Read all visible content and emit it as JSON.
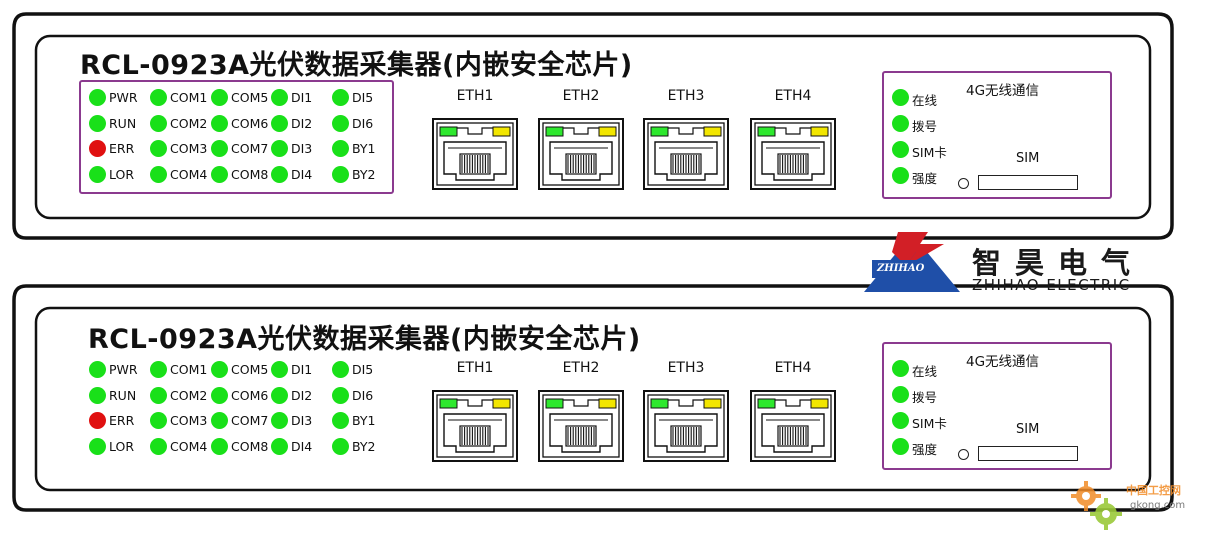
{
  "devices": [
    {
      "title": "RCL-0923A光伏数据采集器(内嵌安全芯片)",
      "leds": [
        [
          {
            "label": "PWR",
            "color": "#19e019"
          },
          {
            "label": "RUN",
            "color": "#19e019"
          },
          {
            "label": "ERR",
            "color": "#e01010"
          },
          {
            "label": "LOR",
            "color": "#19e019"
          }
        ],
        [
          {
            "label": "COM1",
            "color": "#19e019"
          },
          {
            "label": "COM2",
            "color": "#19e019"
          },
          {
            "label": "COM3",
            "color": "#19e019"
          },
          {
            "label": "COM4",
            "color": "#19e019"
          }
        ],
        [
          {
            "label": "COM5",
            "color": "#19e019"
          },
          {
            "label": "COM6",
            "color": "#19e019"
          },
          {
            "label": "COM7",
            "color": "#19e019"
          },
          {
            "label": "COM8",
            "color": "#19e019"
          }
        ],
        [
          {
            "label": "DI1",
            "color": "#19e019"
          },
          {
            "label": "DI2",
            "color": "#19e019"
          },
          {
            "label": "DI3",
            "color": "#19e019"
          },
          {
            "label": "DI4",
            "color": "#19e019"
          }
        ],
        [
          {
            "label": "DI5",
            "color": "#19e019"
          },
          {
            "label": "DI6",
            "color": "#19e019"
          },
          {
            "label": "BY1",
            "color": "#19e019"
          },
          {
            "label": "BY2",
            "color": "#19e019"
          }
        ]
      ],
      "ports": [
        "ETH1",
        "ETH2",
        "ETH3",
        "ETH4"
      ],
      "module": {
        "title": "4G无线通信",
        "leds": [
          {
            "label": "在线",
            "color": "#19e019"
          },
          {
            "label": "拨号",
            "color": "#19e019"
          },
          {
            "label": "SIM卡",
            "color": "#19e019"
          },
          {
            "label": "强度",
            "color": "#19e019"
          }
        ],
        "sim_label": "SIM"
      }
    },
    {
      "title": "RCL-0923A光伏数据采集器(内嵌安全芯片)",
      "leds": [
        [
          {
            "label": "PWR",
            "color": "#19e019"
          },
          {
            "label": "RUN",
            "color": "#19e019"
          },
          {
            "label": "ERR",
            "color": "#e01010"
          },
          {
            "label": "LOR",
            "color": "#19e019"
          }
        ],
        [
          {
            "label": "COM1",
            "color": "#19e019"
          },
          {
            "label": "COM2",
            "color": "#19e019"
          },
          {
            "label": "COM3",
            "color": "#19e019"
          },
          {
            "label": "COM4",
            "color": "#19e019"
          }
        ],
        [
          {
            "label": "COM5",
            "color": "#19e019"
          },
          {
            "label": "COM6",
            "color": "#19e019"
          },
          {
            "label": "COM7",
            "color": "#19e019"
          },
          {
            "label": "COM8",
            "color": "#19e019"
          }
        ],
        [
          {
            "label": "DI1",
            "color": "#19e019"
          },
          {
            "label": "DI2",
            "color": "#19e019"
          },
          {
            "label": "DI3",
            "color": "#19e019"
          },
          {
            "label": "DI4",
            "color": "#19e019"
          }
        ],
        [
          {
            "label": "DI5",
            "color": "#19e019"
          },
          {
            "label": "DI6",
            "color": "#19e019"
          },
          {
            "label": "BY1",
            "color": "#19e019"
          },
          {
            "label": "BY2",
            "color": "#19e019"
          }
        ]
      ],
      "ports": [
        "ETH1",
        "ETH2",
        "ETH3",
        "ETH4"
      ],
      "module": {
        "title": "4G无线通信",
        "leds": [
          {
            "label": "在线",
            "color": "#19e019"
          },
          {
            "label": "拨号",
            "color": "#19e019"
          },
          {
            "label": "SIM卡",
            "color": "#19e019"
          },
          {
            "label": "强度",
            "color": "#19e019"
          }
        ],
        "sim_label": "SIM"
      }
    }
  ],
  "brand": {
    "name_cn": "智昊电气",
    "name_en": "ZHIHAO ELECTRIC",
    "mark_text": "ZHIHAO",
    "colors": {
      "red": "#d21f26",
      "blue": "#1f4fa8"
    }
  },
  "watermark": {
    "text_cn": "中国工控网",
    "text_en": "gkong.com"
  },
  "colors": {
    "panel_border": "#8b3a8f",
    "led_green": "#19e019",
    "led_red": "#e01010",
    "port_led_green": "#2ee82e",
    "port_led_yellow": "#f2e600"
  }
}
